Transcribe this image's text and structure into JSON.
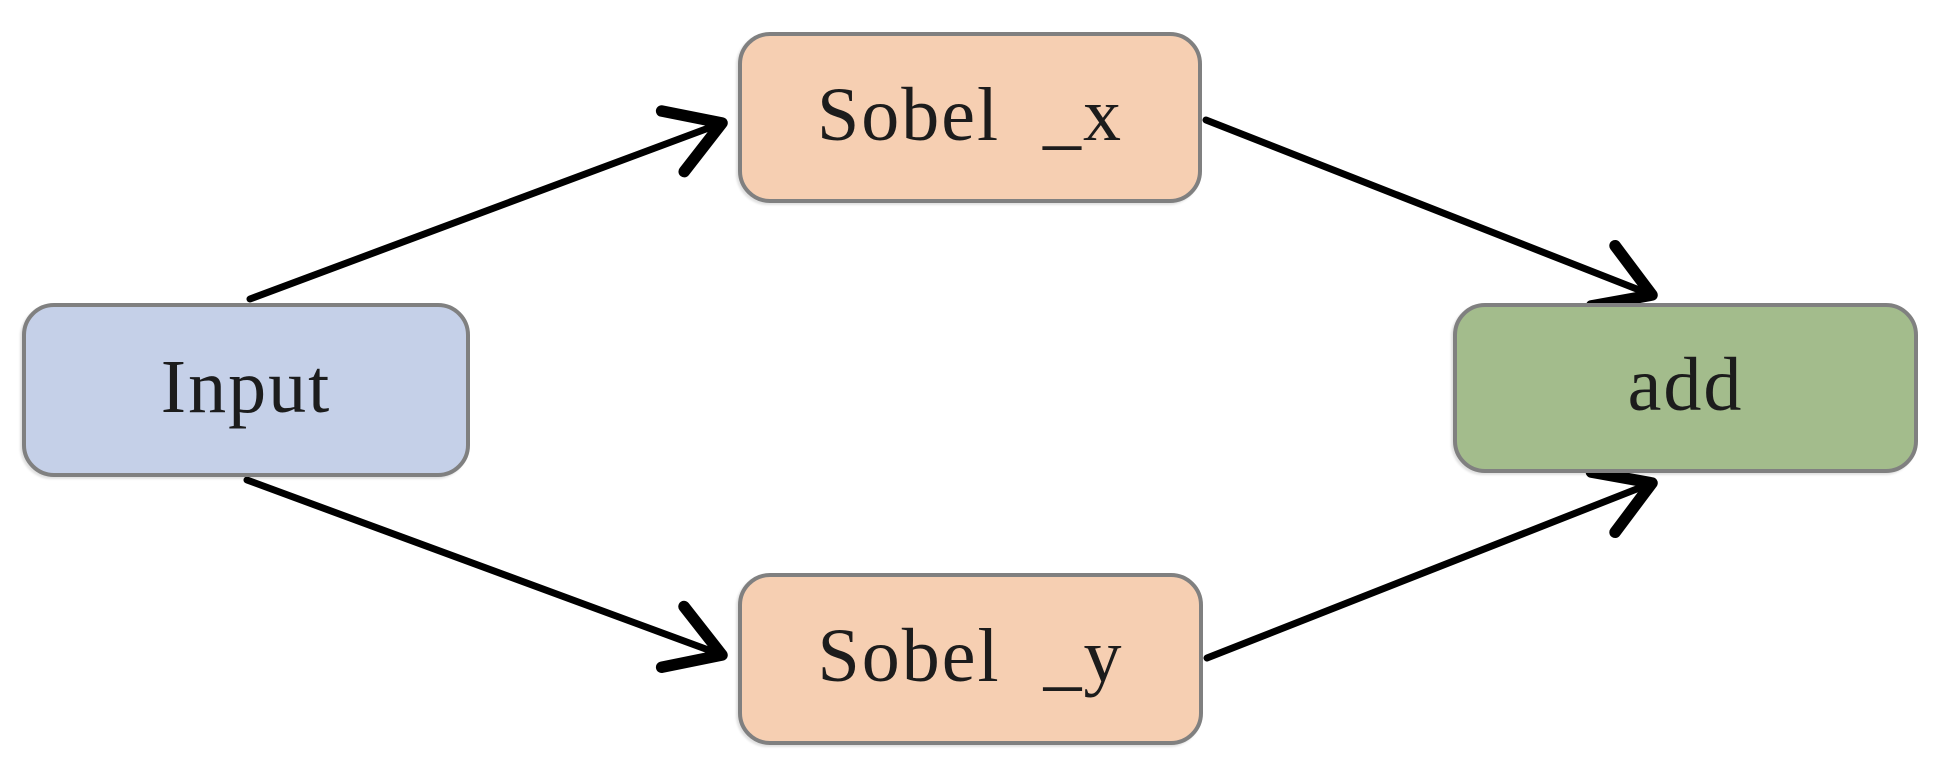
{
  "diagram": {
    "title": "sobel-edge-flow",
    "background_color": "#ffffff",
    "edge_color": "#000000",
    "node_border_color": "#808080",
    "nodes": [
      {
        "id": "input",
        "label": "Input",
        "fill": "#c5d0e8"
      },
      {
        "id": "sobel_x",
        "label": "Sobel _x",
        "fill": "#f6cfb2"
      },
      {
        "id": "sobel_y",
        "label": "Sobel _y",
        "fill": "#f6cfb2"
      },
      {
        "id": "add",
        "label": "add",
        "fill": "#a3bc8c"
      }
    ],
    "edges": [
      {
        "from": "input",
        "to": "sobel_x"
      },
      {
        "from": "input",
        "to": "sobel_y"
      },
      {
        "from": "sobel_x",
        "to": "add"
      },
      {
        "from": "sobel_y",
        "to": "add"
      }
    ]
  }
}
